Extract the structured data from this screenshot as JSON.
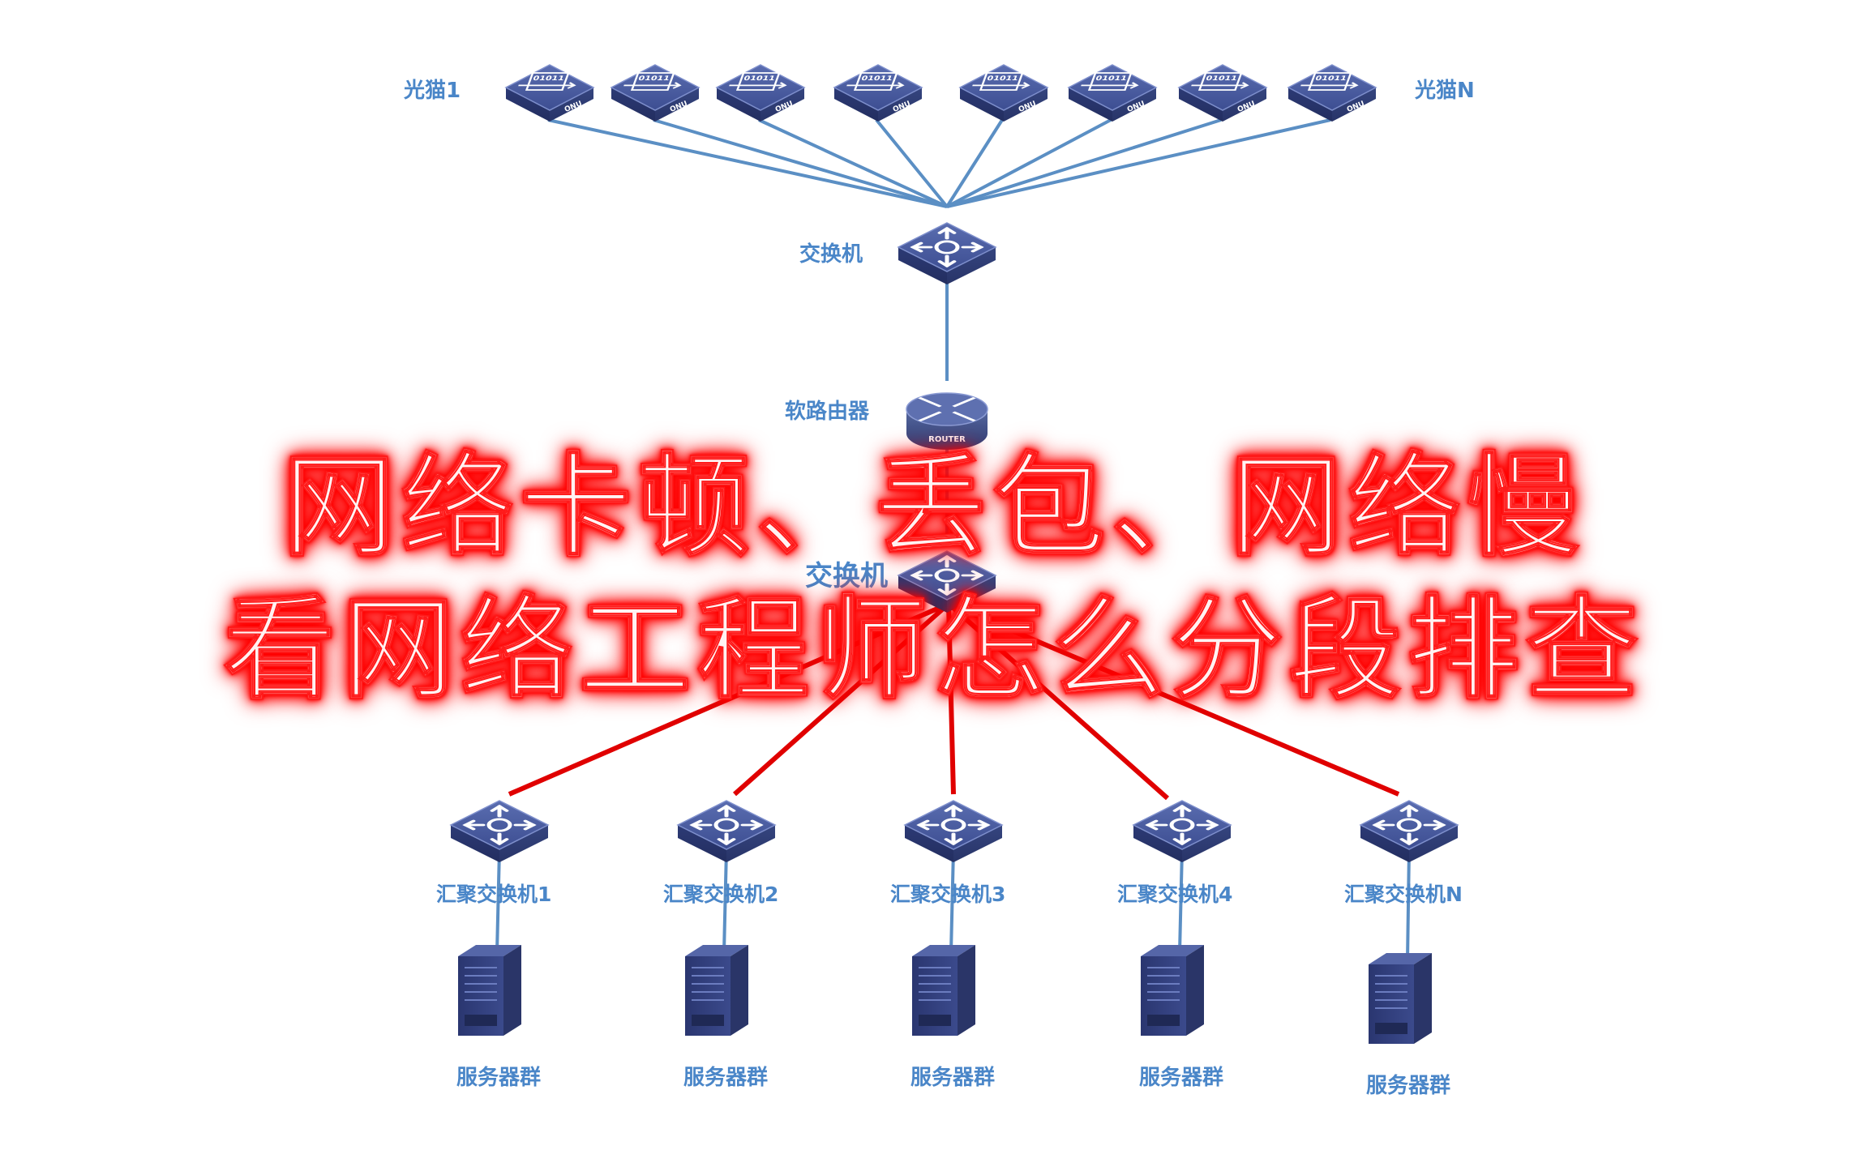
{
  "labels": {
    "onu_first": "光猫1",
    "onu_last": "光猫N",
    "core_switch": "交换机",
    "router": "软路由器",
    "dist_switch": "交换机",
    "agg_switches": [
      "汇聚交换机1",
      "汇聚交换机2",
      "汇聚交换机3",
      "汇聚交换机4",
      "汇聚交换机N"
    ],
    "servers": [
      "服务器群",
      "服务器群",
      "服务器群",
      "服务器群",
      "服务器群"
    ]
  },
  "device_text": {
    "onu_code": "01011",
    "onu_tag": "ONU",
    "router_tag": "ROUTER"
  },
  "title": {
    "line1": "网络卡顿、丢包、网络慢",
    "line2": "看网络工程师怎么分段排查"
  },
  "colors": {
    "link_blue": "#5b8fc4",
    "link_red": "#e00000",
    "device_blue": "#3b4a8c",
    "label_blue": "#4a86c8",
    "glow_red": "#ff0000"
  },
  "icons": {
    "onu": "onu-device-icon",
    "switch": "switch-icon",
    "router": "router-icon",
    "server": "server-tower-icon"
  }
}
